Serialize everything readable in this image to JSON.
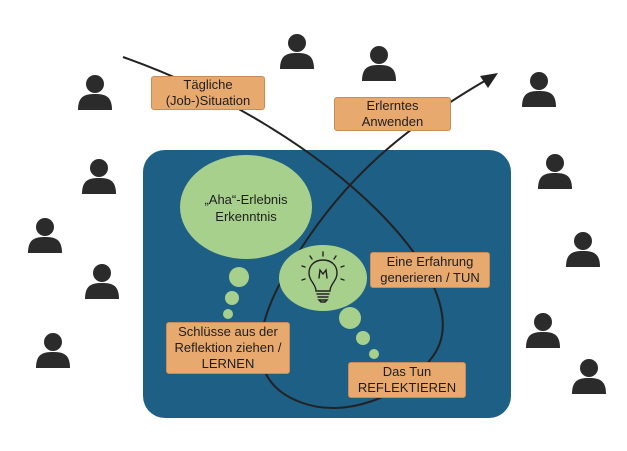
{
  "labels": {
    "daily": [
      "Tägliche",
      "(Job-)Situation"
    ],
    "apply": [
      "Erlerntes",
      "Anwenden"
    ],
    "aha": [
      "„Aha“-Erlebnis",
      "Erkenntnis"
    ],
    "experience": [
      "Eine Erfahrung",
      "generieren / TUN"
    ],
    "conclusions": [
      "Schlüsse aus der",
      "Reflektion ziehen /",
      "LERNEN"
    ],
    "reflect": [
      "Das Tun",
      "REFLEKTIEREN"
    ]
  },
  "icons": {
    "person": "person-icon",
    "lightbulb": "lightbulb-icon",
    "arrow": "arrowhead-icon"
  },
  "colors": {
    "panel": "#1e5f86",
    "bubble": "#a8d08d",
    "label": "#e8a96f",
    "person": "#2b2b2b",
    "line": "#222222"
  }
}
